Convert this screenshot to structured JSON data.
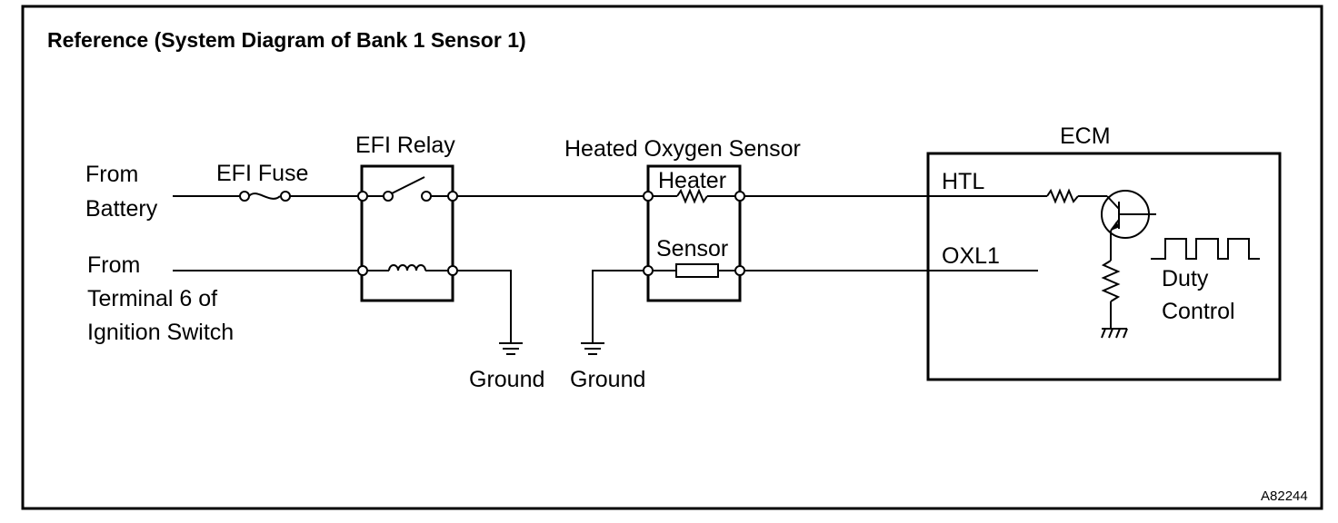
{
  "title": "Reference (System Diagram of Bank 1 Sensor 1)",
  "labels": {
    "from_battery_line1": "From",
    "from_battery_line2": "Battery",
    "from_ign_line1": "From",
    "from_ign_line2": "Terminal 6 of",
    "from_ign_line3": "Ignition Switch",
    "efi_fuse": "EFI Fuse",
    "efi_relay": "EFI Relay",
    "ground_1": "Ground",
    "ground_2": "Ground",
    "heated_oxygen_sensor": "Heated Oxygen Sensor",
    "heater": "Heater",
    "sensor": "Sensor",
    "ecm": "ECM",
    "htl": "HTL",
    "oxl1": "OXL1",
    "duty_line1": "Duty",
    "duty_line2": "Control"
  },
  "figure_code": "A82244",
  "icons": {
    "fuse": "fuse-icon",
    "relay_switch": "relay-switch-icon",
    "relay_coil": "relay-coil-icon",
    "ground": "ground-icon",
    "heater_resistor": "resistor-icon",
    "sensor_element": "sensor-element-icon",
    "transistor": "transistor-icon",
    "pulse": "square-wave-icon"
  }
}
